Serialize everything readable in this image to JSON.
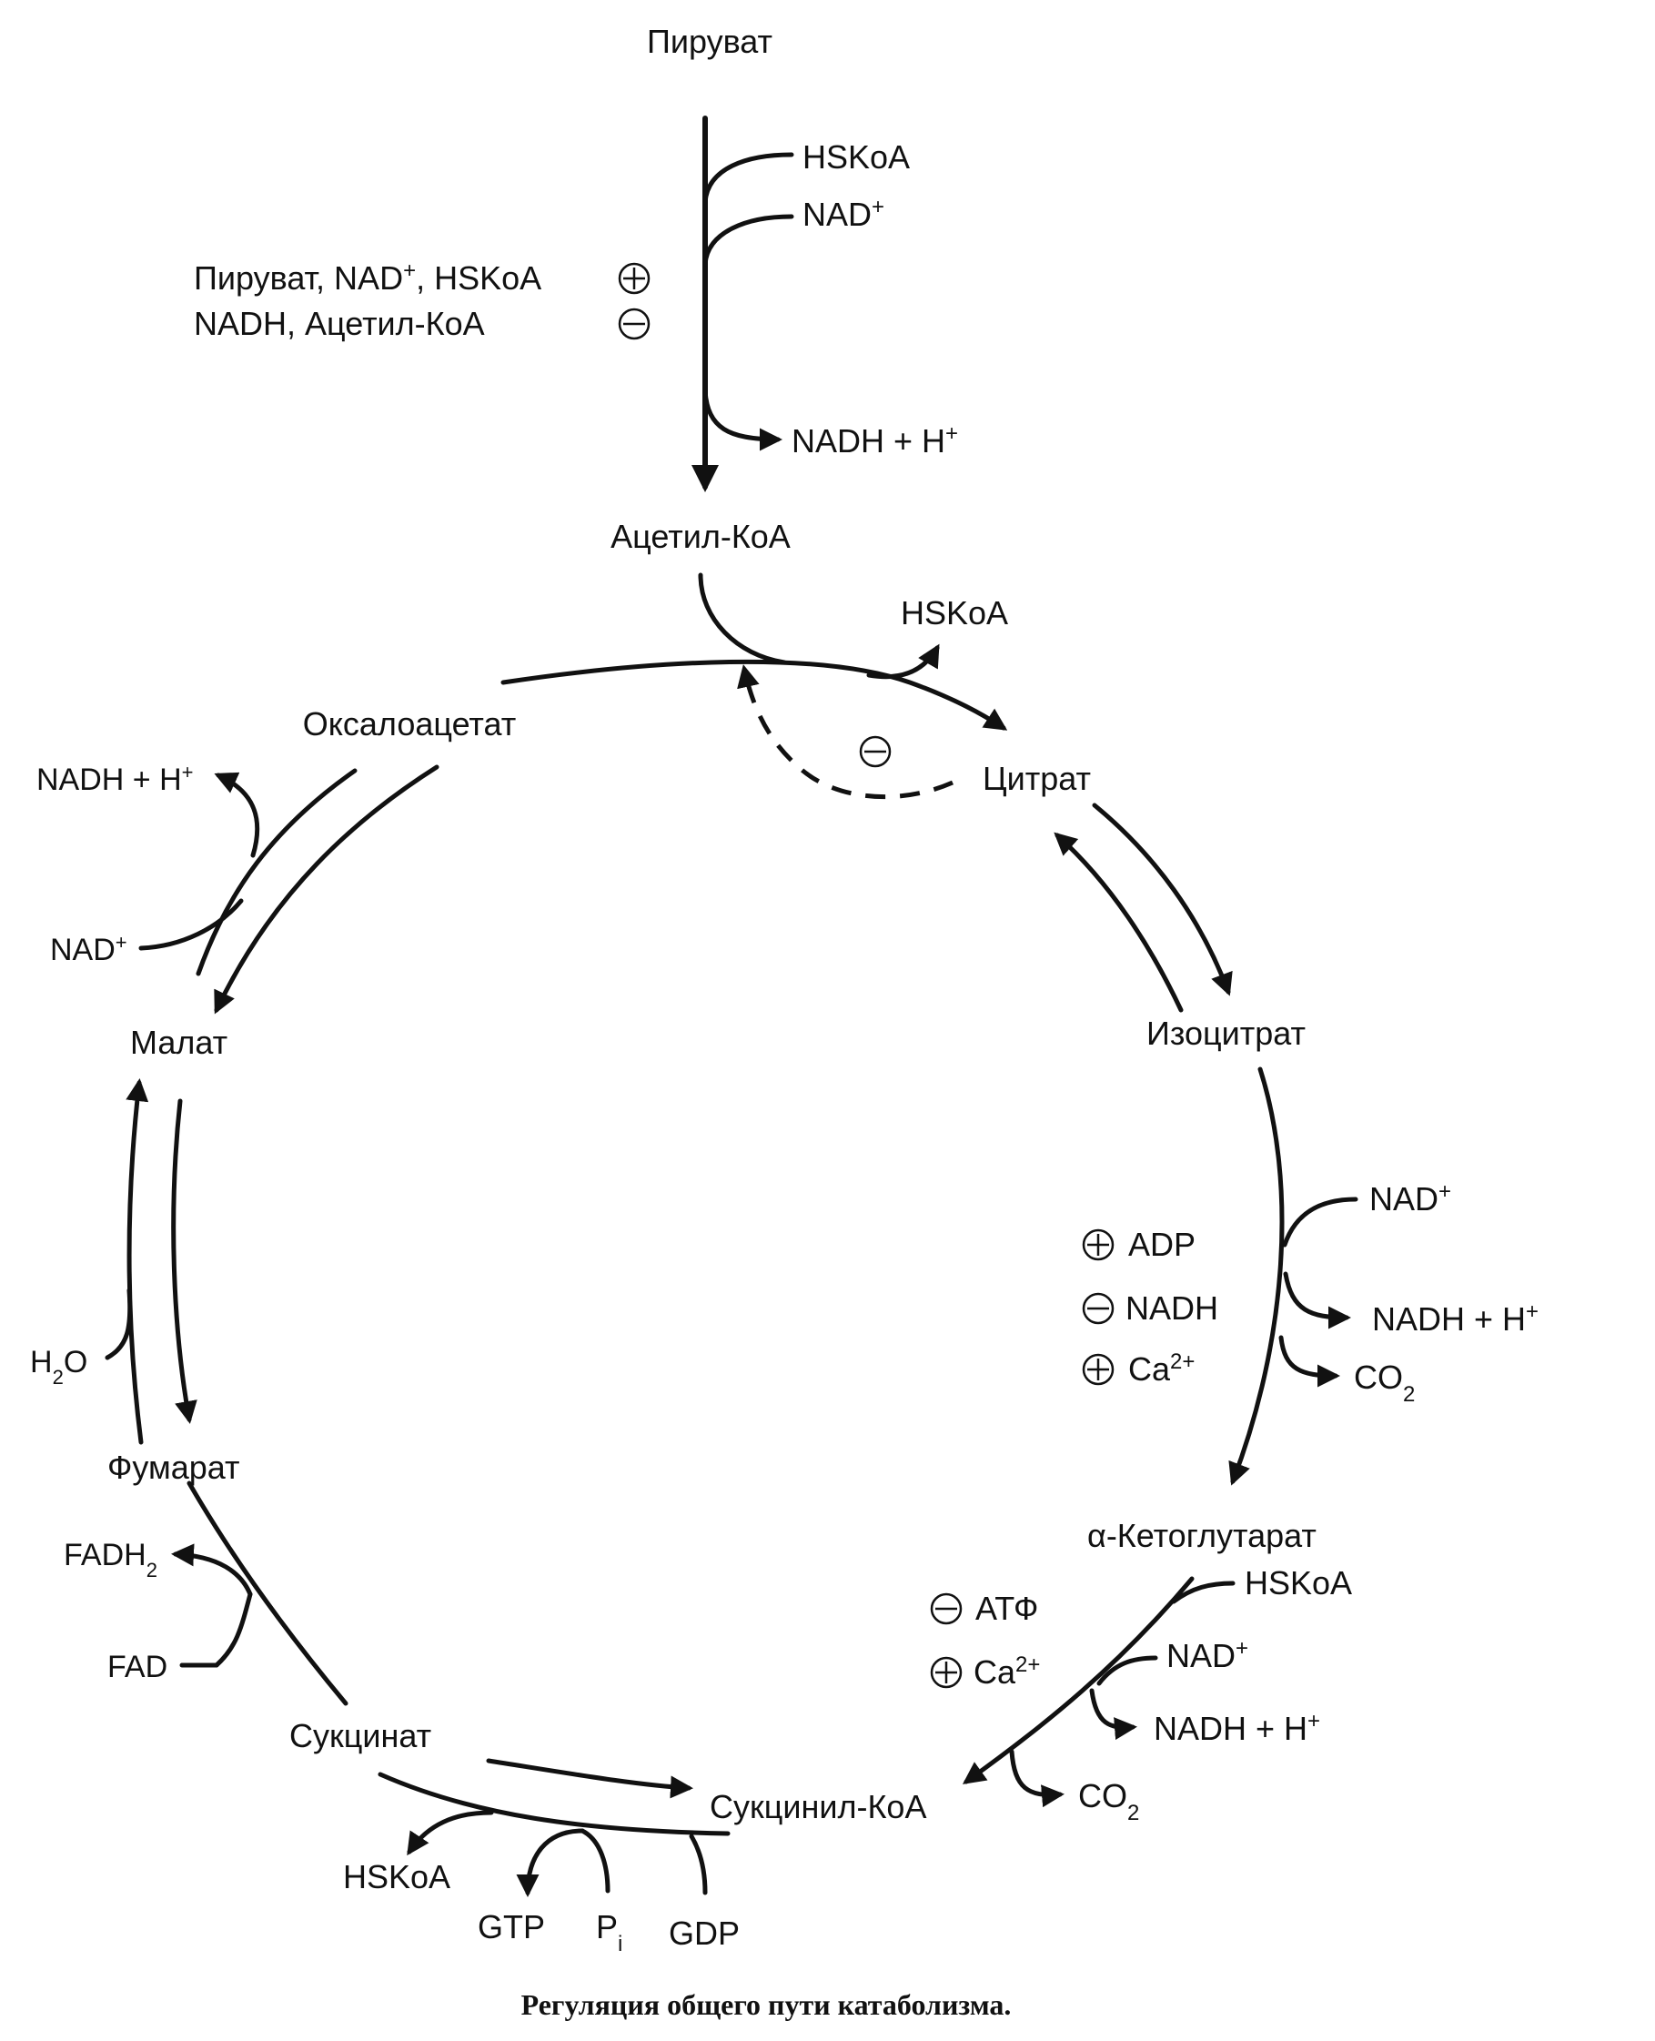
{
  "metabolites": {
    "pyruvate": "Пируват",
    "acetyl_coa": "Ацетил-КоА",
    "oxaloacetate": "Оксалоацетат",
    "citrate": "Цитрат",
    "isocitrate": "Изоцитрат",
    "alpha_ketoglutarate": "α-Кетоглутарат",
    "succinyl_coa": "Сукцинил-КоА",
    "succinate": "Сукцинат",
    "fumarate": "Фумарат",
    "malate": "Малат"
  },
  "pdh": {
    "in_hskoa": "HSKoA",
    "in_nad_base": "NAD",
    "in_nad_sup": "+",
    "out_nadh": "NADH + H",
    "out_nadh_sup": "+",
    "reg_activators_a": "Пируват, NAD",
    "reg_activators_sup": "+",
    "reg_activators_b": ", HSKoA",
    "reg_inhibitors": "NADH, Ацетил-КоА"
  },
  "citrate_synthase": {
    "out_hskoa": "HSKoA"
  },
  "isocitrate_dh": {
    "in_nad_base": "NAD",
    "in_nad_sup": "+",
    "out_nadh": "NADH + H",
    "out_nadh_sup": "+",
    "out_co2_base": "CO",
    "out_co2_sub": "2",
    "reg_adp": "ADP",
    "reg_nadh": "NADH",
    "reg_ca_base": "Ca",
    "reg_ca_sup": "2+"
  },
  "akg_dh": {
    "in_hskoa": "HSKoA",
    "in_nad_base": "NAD",
    "in_nad_sup": "+",
    "out_nadh": "NADH + H",
    "out_nadh_sup": "+",
    "out_co2_base": "CO",
    "out_co2_sub": "2",
    "reg_atp": "АТФ",
    "reg_ca_base": "Ca",
    "reg_ca_sup": "2+"
  },
  "succinyl_coa_synthetase": {
    "out_hskoa": "HSKoA",
    "out_gtp": "GTP",
    "in_pi_base": "P",
    "in_pi_sub": "i",
    "in_gdp": "GDP"
  },
  "succinate_dh": {
    "out_fadh2_base": "FADH",
    "out_fadh2_sub": "2",
    "in_fad": "FAD"
  },
  "fumarase": {
    "in_h2o_base": "H",
    "in_h2o_sub": "2",
    "in_h2o_tail": "O"
  },
  "malate_dh": {
    "out_nadh": "NADH + H",
    "out_nadh_sup": "+",
    "in_nad_base": "NAD",
    "in_nad_sup": "+"
  },
  "caption": "Регуляция общего пути катаболизма."
}
